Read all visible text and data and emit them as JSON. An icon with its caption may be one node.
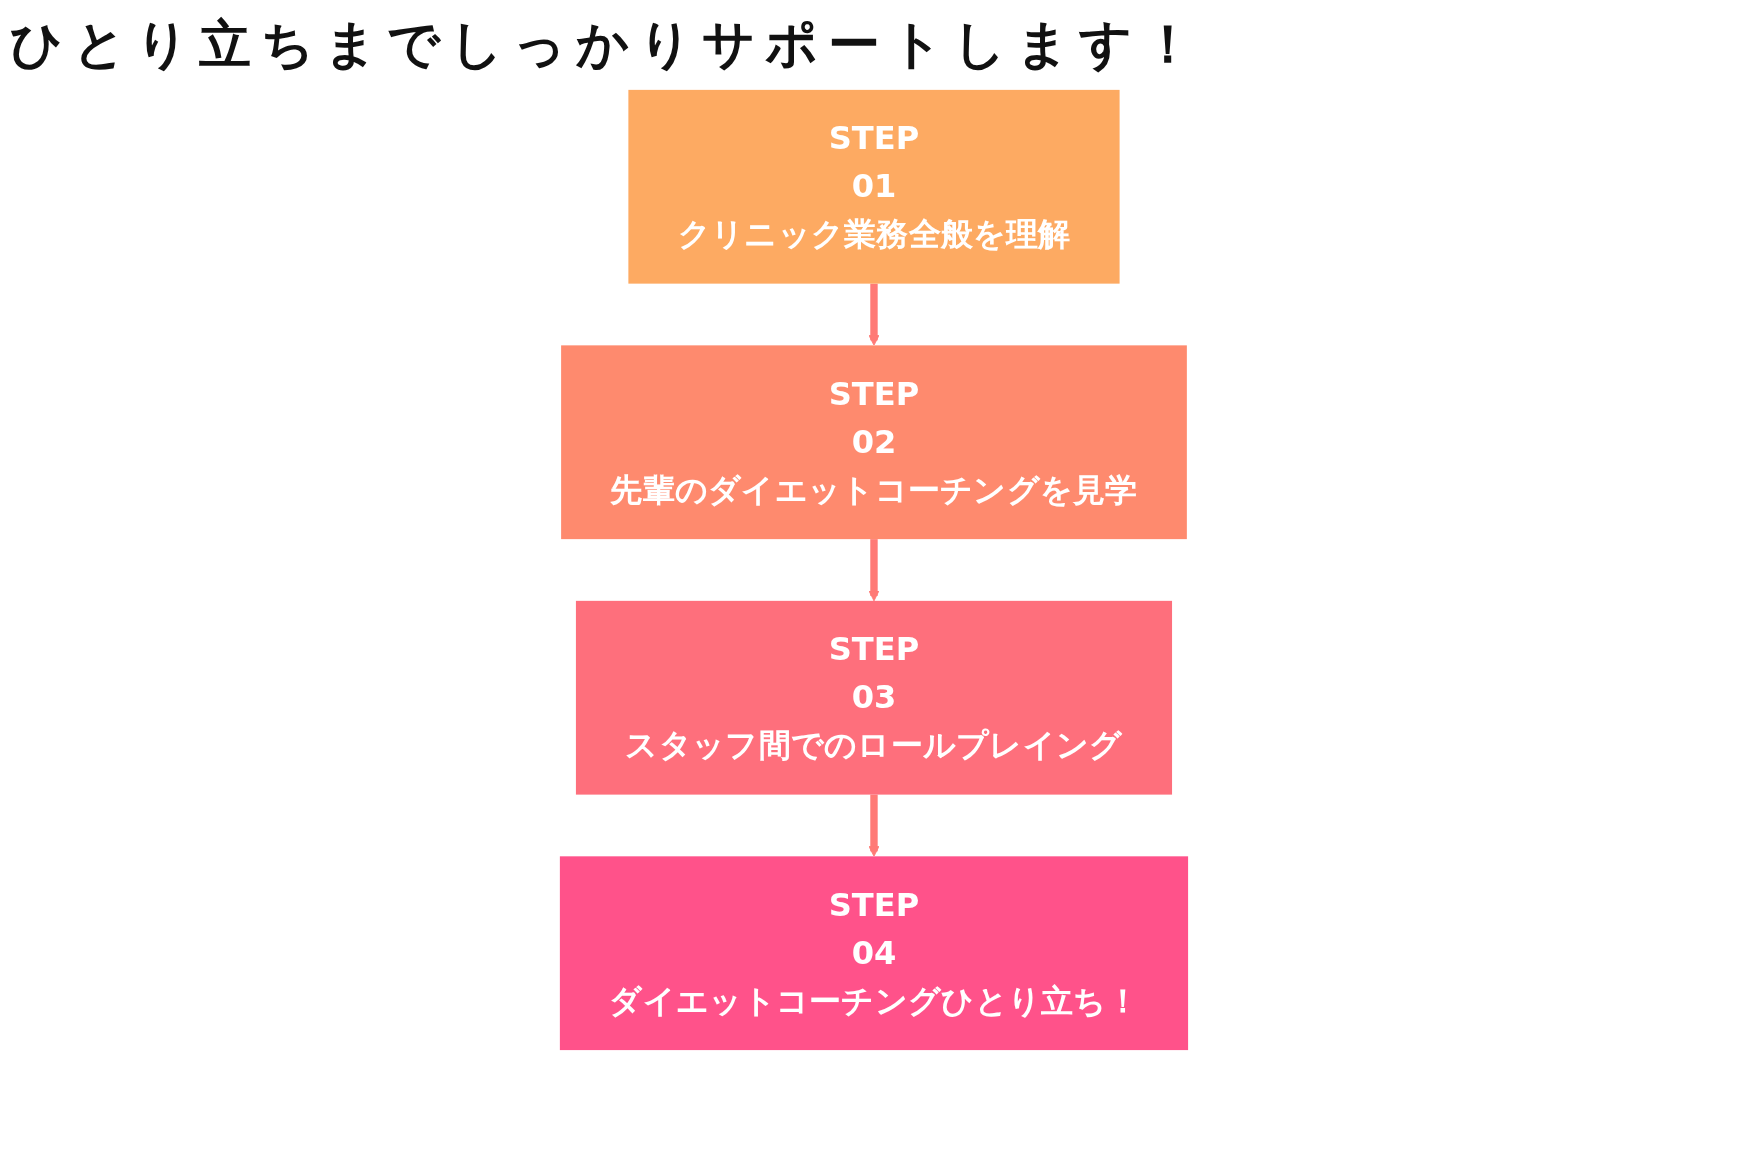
{
  "diagram": {
    "title": "ひとり立ちまでしっかりサポートします！",
    "nodes": [
      {
        "text": [
          "STEP",
          "01",
          "クリニック業務全般を理解"
        ]
      },
      {
        "text": [
          "STEP",
          "02",
          "先輩のダイエットコーチングを見学"
        ]
      },
      {
        "text": [
          "STEP",
          "03",
          "スタッフ間でのロールプレイング"
        ]
      },
      {
        "text": [
          "STEP",
          "04",
          "ダイエットコーチングひとり立ち！"
        ]
      }
    ],
    "edges": [
      {
        "from": 0,
        "to": 1,
        "arrow": "to"
      },
      {
        "from": 1,
        "to": 2,
        "arrow": "to"
      },
      {
        "from": 2,
        "to": 3,
        "arrow": "to"
      }
    ]
  }
}
